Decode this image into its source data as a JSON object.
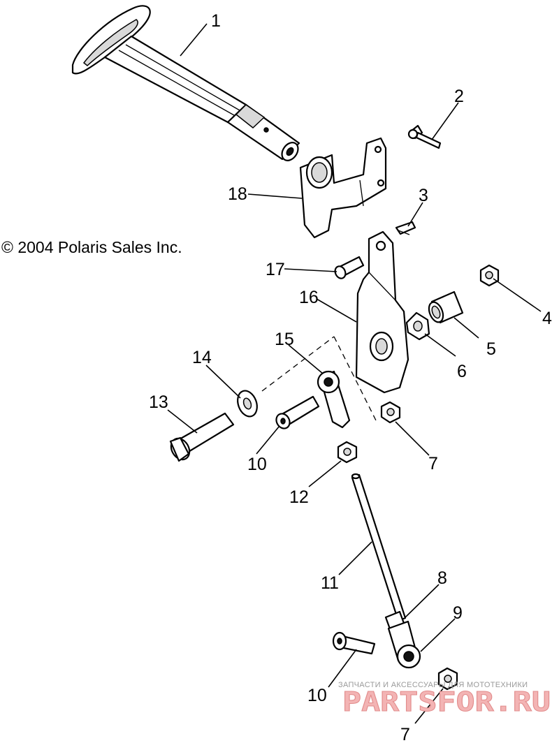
{
  "copyright": "© 2004 Polaris Sales Inc.",
  "watermark": {
    "tagline": "ЗАПЧАСТИ И АКСЕССУАРЫ ДЛЯ МОТОТЕХНИКИ",
    "logo": "PARTSFOR.RU"
  },
  "callouts": {
    "c1": "1",
    "c2": "2",
    "c3": "3",
    "c4": "4",
    "c5": "5",
    "c6": "6",
    "c7a": "7",
    "c7b": "7",
    "c8": "8",
    "c9": "9",
    "c10a": "10",
    "c10b": "10",
    "c11": "11",
    "c12": "12",
    "c13": "13",
    "c14": "14",
    "c15": "15",
    "c16": "16",
    "c17": "17",
    "c18": "18"
  }
}
